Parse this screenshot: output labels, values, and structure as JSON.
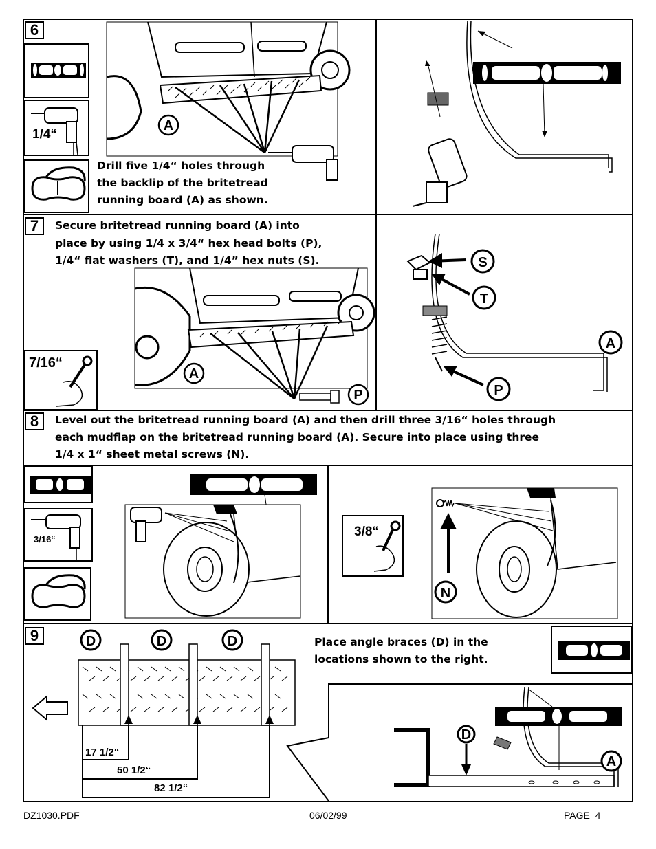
{
  "steps": {
    "s6": {
      "number": "6",
      "drill_size": "1/4“",
      "part_label": "A",
      "text": [
        "Drill five 1/4“ holes through",
        "the backlip of the britetread",
        "running board (A) as shown."
      ]
    },
    "s7": {
      "number": "7",
      "text": [
        "Secure britetread running board (A) into",
        "place by using 1/4 x 3/4“ hex head bolts (P),",
        "1/4“ flat washers (T), and 1/4” hex nuts (S)."
      ],
      "wrench_size": "7/16“",
      "labels": {
        "a": "A",
        "p": "P",
        "s": "S",
        "t": "T",
        "a2": "A",
        "p2": "P"
      }
    },
    "s8": {
      "number": "8",
      "text": [
        "Level out the britetread running board (A) and then drill three 3/16“ holes through",
        "each mudflap on the britetread running board (A).  Secure into place using three",
        "1/4 x 1“ sheet metal screws (N)."
      ],
      "drill_size": "3/16“",
      "wrench_size": "3/8“",
      "screw_label": "N"
    },
    "s9": {
      "number": "9",
      "text": [
        "Place angle braces (D) in the",
        "locations shown to the right."
      ],
      "brace_label": "D",
      "measurements": [
        "17 1/2“",
        "50 1/2“",
        "82 1/2“"
      ],
      "part_label": "A"
    }
  },
  "footer": {
    "file": "DZ1030.PDF",
    "date": "06/02/99",
    "page": "PAGE  4"
  }
}
